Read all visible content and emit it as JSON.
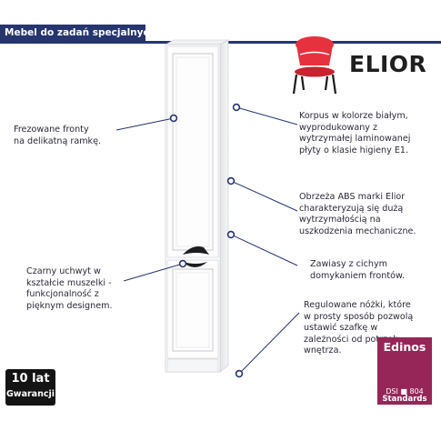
{
  "banner": {
    "text": "Mebel do zadań specjalnych!"
  },
  "brand": {
    "name": "ELIOR",
    "chair_color": "#e6323e"
  },
  "features": [
    {
      "id": "fronts",
      "lines": [
        "Frezowane fronty",
        "na delikatną ramkę."
      ]
    },
    {
      "id": "body",
      "lines": [
        "Korpus w kolorze białym,",
        "wyprodukowany z",
        "wytrzymałej laminowanej",
        "płyty o klasie higieny E1."
      ]
    },
    {
      "id": "edges",
      "lines": [
        "Obrzeża ABS marki Elior",
        "charakteryzują się dużą",
        "wytrzymałością na",
        "uszkodzenia mechaniczne."
      ]
    },
    {
      "id": "hinges",
      "lines": [
        "Zawiasy z cichym",
        "domykaniem frontów."
      ]
    },
    {
      "id": "handle",
      "lines": [
        "Czarny uchwyt w",
        "kształcie muszelki -",
        "funkcjonalność z",
        "pięknym designem."
      ]
    },
    {
      "id": "legs",
      "lines": [
        "Regulowane nóżki, które",
        "w prosty sposób pozwolą",
        "ustawić szafkę w",
        "zależności od potrzeb",
        "wnętrza."
      ]
    }
  ],
  "warranty": {
    "years": "10 lat",
    "label": "Gwarancji"
  },
  "certificate": {
    "brand": "Edinos",
    "dsi": "DSI",
    "number": "804",
    "standards": "Standards"
  },
  "colors": {
    "banner": "#27356e",
    "pointer": "#27356e",
    "cert": "#962658"
  }
}
